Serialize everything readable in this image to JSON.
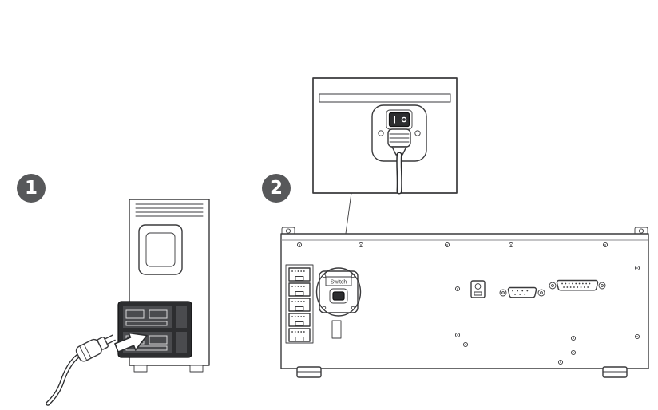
{
  "canvas": {
    "background": "#ffffff"
  },
  "colors": {
    "badge_bg": "#57585a",
    "badge_text": "#ffffff",
    "outline": "#3a3a3c",
    "dark_fill": "#2d2e30"
  },
  "steps": [
    {
      "number": "1",
      "description": "plug-power-cable-into-device"
    },
    {
      "number": "2",
      "description": "turn-on-rear-panel-power-switch"
    }
  ],
  "rear_panel": {
    "switch_label": "Switch"
  }
}
